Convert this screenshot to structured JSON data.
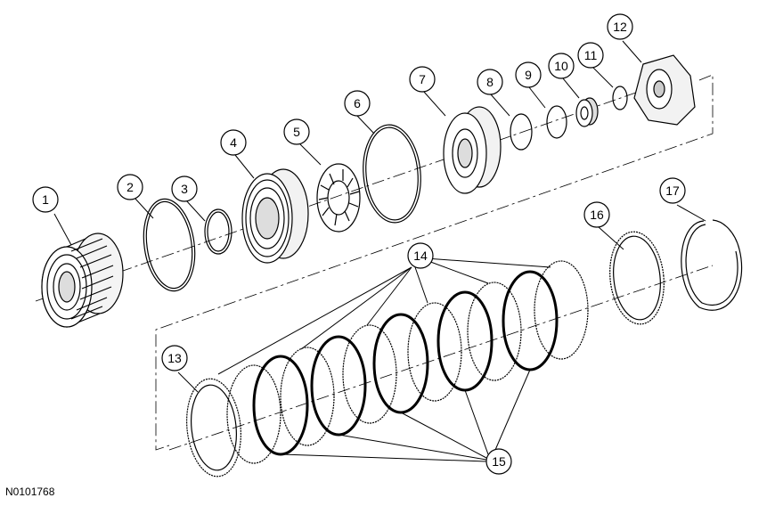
{
  "figure_id": "N0101768",
  "callouts": [
    "1",
    "2",
    "3",
    "4",
    "5",
    "6",
    "7",
    "8",
    "9",
    "10",
    "11",
    "12",
    "13",
    "14",
    "15",
    "16",
    "17"
  ]
}
